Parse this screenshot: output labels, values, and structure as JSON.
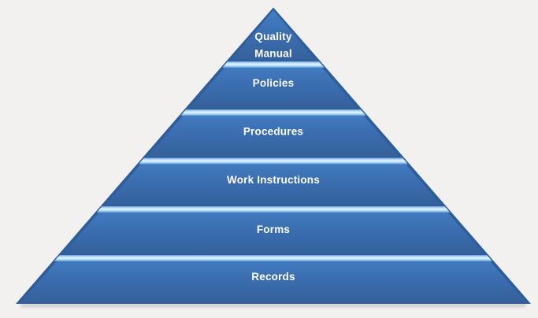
{
  "pyramid": {
    "levels": [
      {
        "label": "Quality Manual",
        "lines": [
          "Quality",
          "Manual"
        ]
      },
      {
        "label": "Policies"
      },
      {
        "label": "Procedures"
      },
      {
        "label": "Work Instructions"
      },
      {
        "label": "Forms"
      },
      {
        "label": "Records"
      }
    ],
    "colors": {
      "background": "#f2f1ef",
      "edge_dark": "#2e5d9c",
      "body_top": "#447fc5",
      "body_mid": "#3a6cae",
      "body_bottom": "#35619a",
      "band_edge_top": "#6aa4dd",
      "band_light": "#c9e7fb",
      "band_highlight": "#e4f4fe",
      "band_mid": "#9dcdf3",
      "band_edge_bottom": "#5b92cf",
      "text": "#ffffff"
    }
  }
}
